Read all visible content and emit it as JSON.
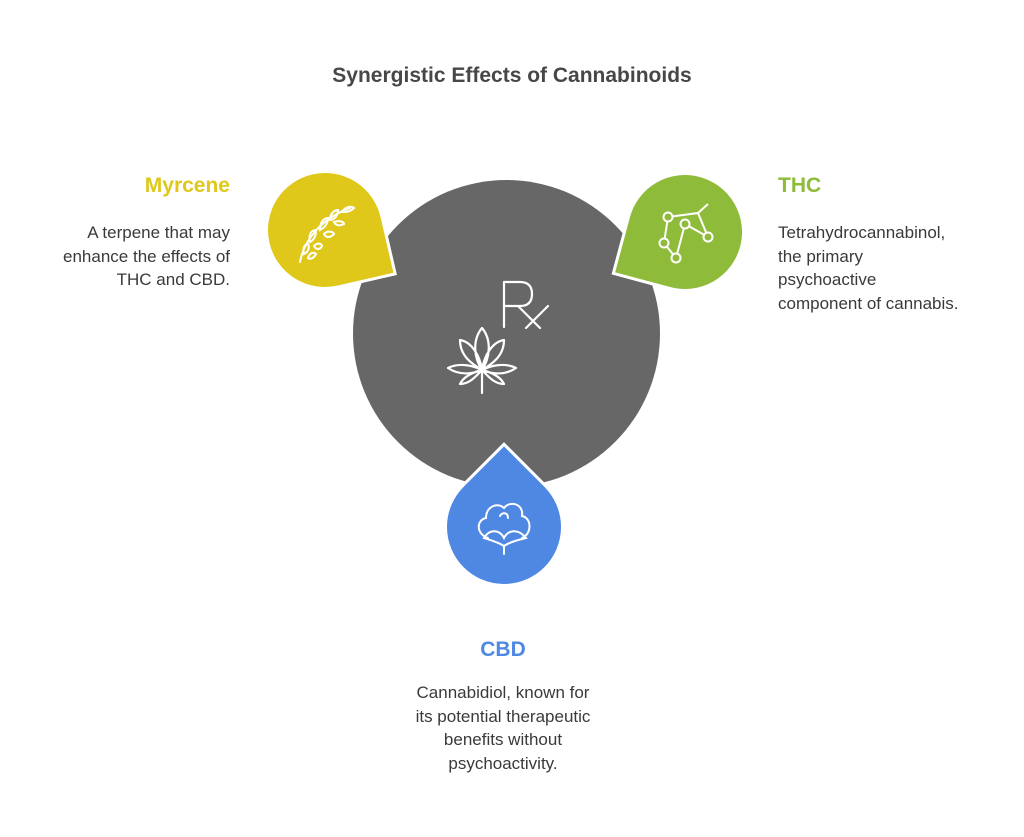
{
  "title": "Synergistic Effects of Cannabinoids",
  "center": {
    "icon": "cannabis-rx-icon"
  },
  "items": [
    {
      "label": "Myrcene",
      "color": "#e0c81a",
      "icon": "wheat-icon",
      "lines": [
        "A terpene that may",
        "enhance the effects of",
        "THC and CBD."
      ]
    },
    {
      "label": "THC",
      "color": "#8fbb3b",
      "icon": "molecule-icon",
      "lines": [
        "Tetrahydrocannabinol,",
        "the primary",
        "psychoactive",
        "component of cannabis."
      ]
    },
    {
      "label": "CBD",
      "color": "#4f88e3",
      "icon": "cotton-icon",
      "lines": [
        "Cannabidiol, known for",
        "its potential therapeutic",
        "benefits without",
        "psychoactivity."
      ]
    }
  ]
}
